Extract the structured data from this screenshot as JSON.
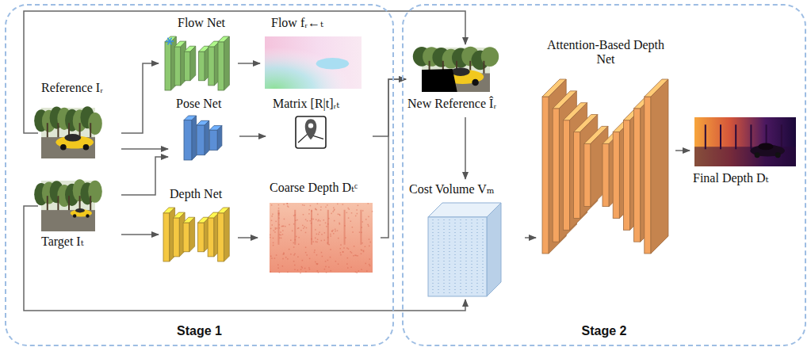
{
  "diagram": {
    "nodes": [
      {
        "text": [
          "Stage 1"
        ]
      },
      {
        "text": [
          "Stage 2"
        ]
      },
      {
        "text": [
          "Reference Iᵣ"
        ],
        "in": 0
      },
      {
        "text": [
          "Target Iₜ"
        ],
        "in": 0
      },
      {
        "text": [
          "Flow Net"
        ],
        "in": 0
      },
      {
        "text": [
          "Pose Net"
        ],
        "in": 0
      },
      {
        "text": [
          "Depth Net"
        ],
        "in": 0
      },
      {
        "text": [
          "Flow fᵣ←ₜ"
        ],
        "in": 0
      },
      {
        "text": [
          "Matrix [R|t]ᵣₜ"
        ],
        "in": 0
      },
      {
        "text": [
          "Coarse Depth Dₜᶜ"
        ],
        "in": 0
      },
      {
        "text": [
          "New Reference Îᵣ"
        ],
        "in": 1
      },
      {
        "text": [
          "Cost Volume Vₘ"
        ],
        "in": 1
      },
      {
        "text": [
          "Attention-Based Depth Net"
        ],
        "in": 1
      },
      {
        "text": [
          "Final Depth Dₜ"
        ],
        "in": 1
      }
    ],
    "edges": [
      {
        "from": 2,
        "to": 4,
        "arrow": "to"
      },
      {
        "from": 2,
        "to": 5,
        "arrow": "to"
      },
      {
        "from": 3,
        "to": 5,
        "arrow": "to"
      },
      {
        "from": 3,
        "to": 6,
        "arrow": "to"
      },
      {
        "from": 4,
        "to": 7,
        "arrow": "to"
      },
      {
        "from": 5,
        "to": 8,
        "arrow": "to"
      },
      {
        "from": 6,
        "to": 9,
        "arrow": "to"
      },
      {
        "from": 2,
        "to": 10,
        "arrow": "to"
      },
      {
        "from": 8,
        "to": 10,
        "arrow": "to"
      },
      {
        "from": 9,
        "to": 10,
        "arrow": "to"
      },
      {
        "from": 3,
        "to": 11,
        "arrow": "to"
      },
      {
        "from": 10,
        "to": 11,
        "arrow": "to"
      },
      {
        "from": 11,
        "to": 12,
        "arrow": "to"
      },
      {
        "from": 12,
        "to": 13,
        "arrow": "to"
      }
    ]
  }
}
